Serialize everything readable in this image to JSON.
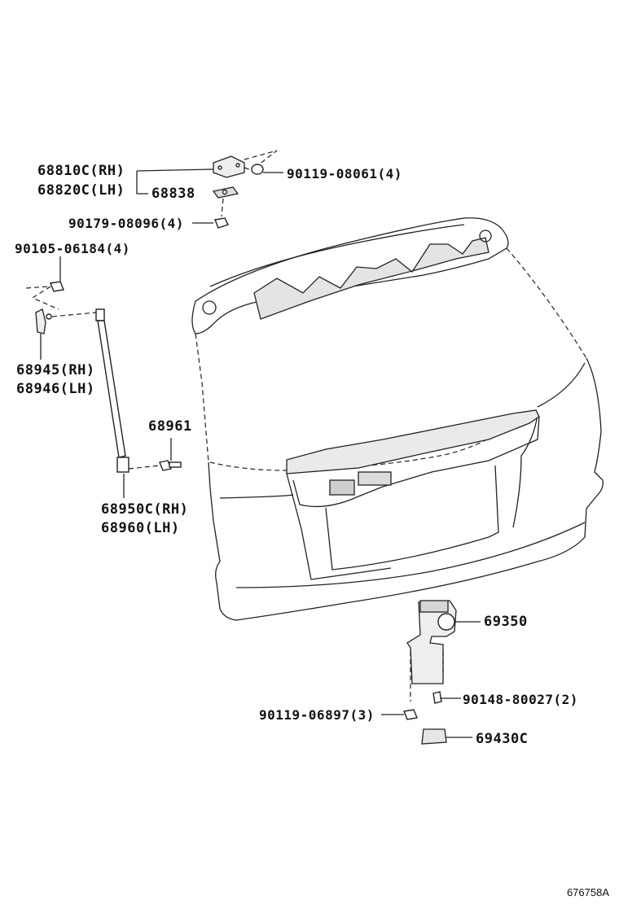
{
  "labels": {
    "p68810c": "68810C(RH)",
    "p68820c": "68820C(LH)",
    "p68838": "68838",
    "p90119_08061": "90119-08061(4)",
    "p90179_08096": "90179-08096(4)",
    "p90105_06184": "90105-06184(4)",
    "p68945": "68945(RH)",
    "p68946": "68946(LH)",
    "p68961": "68961",
    "p68950c": "68950C(RH)",
    "p68960": "68960(LH)",
    "p69350": "69350",
    "p90148_80027": "90148-80027(2)",
    "p90119_06897": "90119-06897(3)",
    "p69430c": "69430C"
  },
  "diagram_code": "676758A"
}
